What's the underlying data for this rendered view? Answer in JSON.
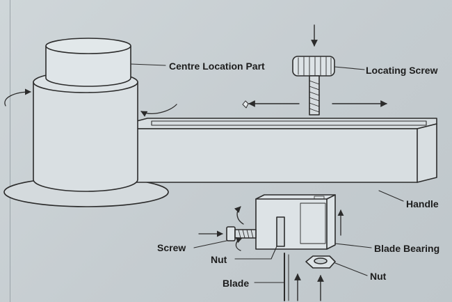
{
  "labels": {
    "centre_location_part": "Centre Location Part",
    "locating_screw": "Locating Screw",
    "handle": "Handle",
    "screw": "Screw",
    "nut_left": "Nut",
    "blade_bearing": "Blade Bearing",
    "blade": "Blade",
    "nut_right": "Nut"
  },
  "colors": {
    "line": "#2b2b2b",
    "paper": "#cfd6d9",
    "part_fill": "#d6dcdf"
  }
}
